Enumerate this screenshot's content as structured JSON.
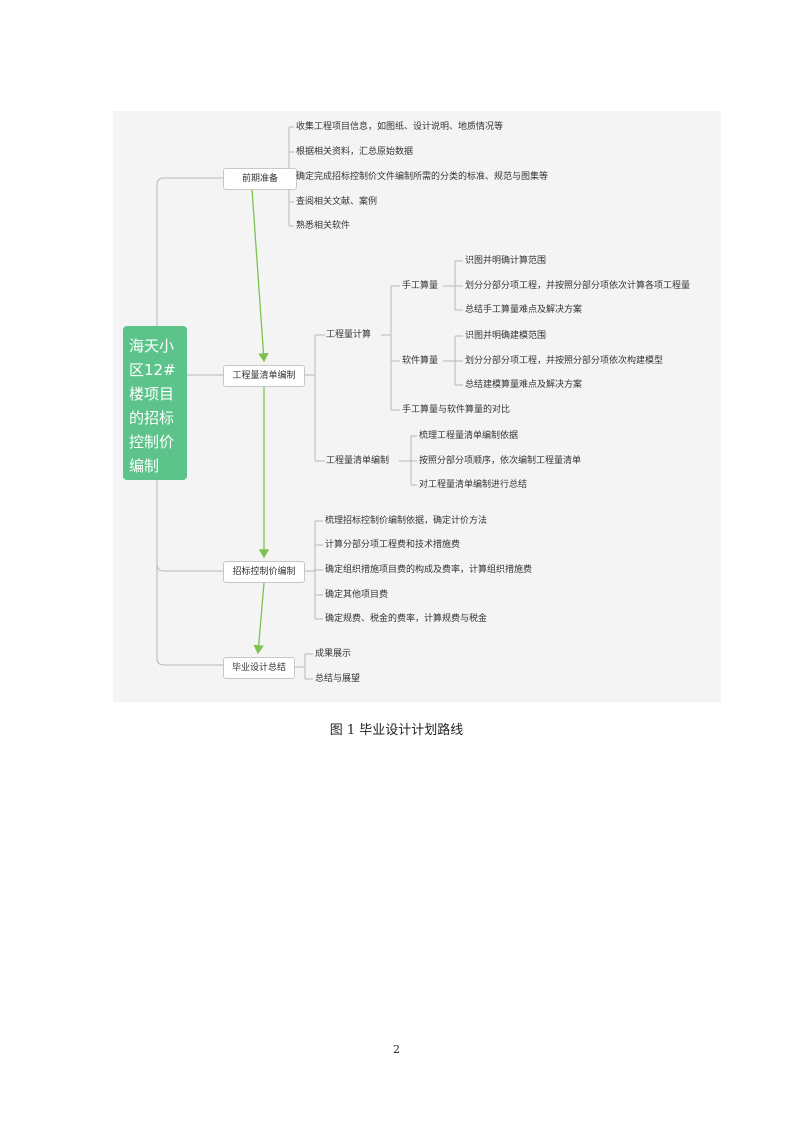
{
  "diagram": {
    "root": "海天小区12#楼项目的招标控制价编制",
    "stages": [
      {
        "label": "前期准备",
        "items": [
          "收集工程项目信息，如图纸、设计说明、地质情况等",
          "根据相关资料，汇总原始数据",
          "确定完成招标控制价文件编制所需的分类的标准、规范与图集等",
          "查阅相关文献、案例",
          "熟悉相关软件"
        ]
      },
      {
        "label": "工程量清单编制",
        "groups": [
          {
            "label": "工程量计算",
            "subgroups": [
              {
                "label": "手工算量",
                "items": [
                  "识图并明确计算范围",
                  "划分分部分项工程，并按照分部分项依次计算各项工程量",
                  "总结手工算量难点及解决方案"
                ]
              },
              {
                "label": "软件算量",
                "items": [
                  "识图并明确建模范围",
                  "划分分部分项工程，并按照分部分项依次构建模型",
                  "总结建模算量难点及解决方案"
                ]
              },
              {
                "label": "手工算量与软件算量的对比",
                "items": []
              }
            ]
          },
          {
            "label": "工程量清单编制",
            "items": [
              "梳理工程量清单编制依据",
              "按照分部分项顺序，依次编制工程量清单",
              "对工程量清单编制进行总结"
            ]
          }
        ]
      },
      {
        "label": "招标控制价编制",
        "items": [
          "梳理招标控制价编制依据，确定计价方法",
          "计算分部分项工程费和技术措施费",
          "确定组织措施项目费的构成及费率，计算组织措施费",
          "确定其他项目费",
          "确定规费、税金的费率，计算规费与税金"
        ]
      },
      {
        "label": "毕业设计总结",
        "items": [
          "成果展示",
          "总结与展望"
        ]
      }
    ]
  },
  "caption": "图 1  毕业设计计划路线",
  "page_number": "2",
  "colors": {
    "root_fill": "#5cc48a",
    "arrow": "#7cc24e",
    "line": "#b8b8b8",
    "panel": "#f4f4f4"
  }
}
